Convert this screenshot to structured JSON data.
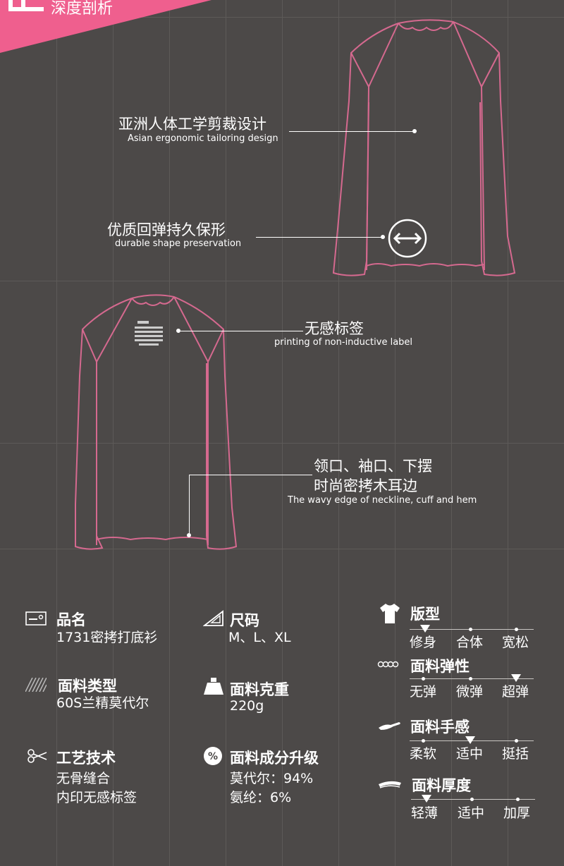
{
  "header": {
    "banner_title": "深度剖析",
    "accent": "#ef5f8e"
  },
  "annotations": [
    {
      "cn": "亚洲人体工学剪裁设计",
      "en": "Asian ergonomic tailoring design"
    },
    {
      "cn": "优质回弹持久保形",
      "en": "durable shape preservation"
    },
    {
      "cn": "无感标签",
      "en": "printing of non-inductive label"
    },
    {
      "cn_line1": "领口、袖口、下摆",
      "cn_line2": "时尚密拷木耳边",
      "en": "The wavy edge of neckline, cuff and hem"
    }
  ],
  "specs": {
    "name": {
      "title": "品名",
      "value": "1731密拷打底衫",
      "icon": "id-card-icon"
    },
    "size": {
      "title": "尺码",
      "value": "M、L、XL",
      "icon": "ruler-triangle-icon"
    },
    "fabric_type": {
      "title": "面料类型",
      "value": "60S兰精莫代尔",
      "icon": "hatch-swatch-icon"
    },
    "weight": {
      "title": "面料克重",
      "value": "220g",
      "icon": "weight-icon"
    },
    "craft": {
      "title": "工艺技术",
      "lines": [
        "无骨缝合",
        "内印无感标签"
      ],
      "icon": "scissors-icon"
    },
    "composition": {
      "title": "面料成分升级",
      "lines": [
        "莫代尔：94%",
        "氨纶：6%"
      ],
      "icon": "percent-icon"
    }
  },
  "scales": [
    {
      "title": "版型",
      "labels": [
        "修身",
        "合体",
        "宽松"
      ],
      "selected": 0,
      "icon": "tshirt-icon"
    },
    {
      "title": "面料弹性",
      "labels": [
        "无弹",
        "微弹",
        "超弹"
      ],
      "selected": 2,
      "icon": "spring-icon"
    },
    {
      "title": "面料手感",
      "labels": [
        "柔软",
        "适中",
        "挺括"
      ],
      "selected": 1,
      "icon": "hand-icon"
    },
    {
      "title": "面料厚度",
      "labels": [
        "轻薄",
        "适中",
        "加厚"
      ],
      "selected": 0,
      "icon": "layers-icon"
    }
  ],
  "colors": {
    "background": "#4c4948",
    "garment_outline": "#d5698f",
    "grid": "#5d5a58"
  }
}
